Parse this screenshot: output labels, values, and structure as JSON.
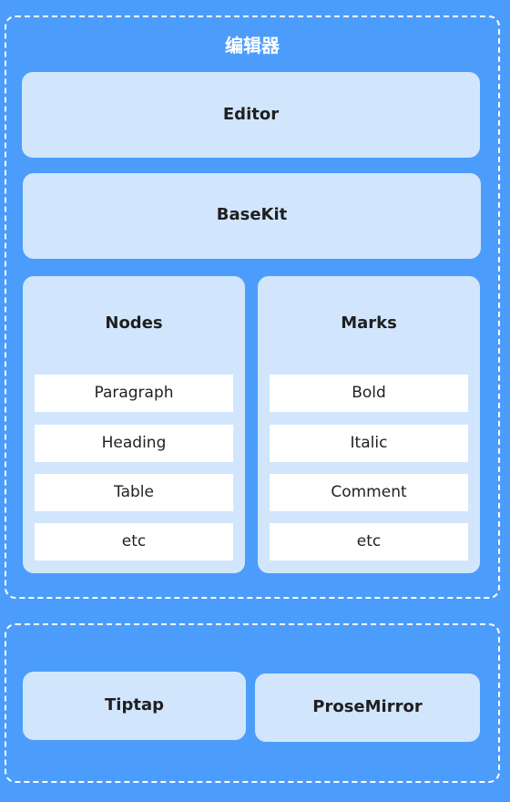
{
  "colors": {
    "background": "#4c9dfb",
    "box": "#d1e6fd",
    "item": "#ffffff",
    "border": "#ffffff"
  },
  "editor_group": {
    "title": "编辑器",
    "editor_label": "Editor",
    "basekit_label": "BaseKit",
    "nodes": {
      "title": "Nodes",
      "items": [
        "Paragraph",
        "Heading",
        "Table",
        "etc"
      ]
    },
    "marks": {
      "title": "Marks",
      "items": [
        "Bold",
        "Italic",
        "Comment",
        "etc"
      ]
    }
  },
  "base_group": {
    "tiptap_label": "Tiptap",
    "prosemirror_label": "ProseMirror"
  }
}
